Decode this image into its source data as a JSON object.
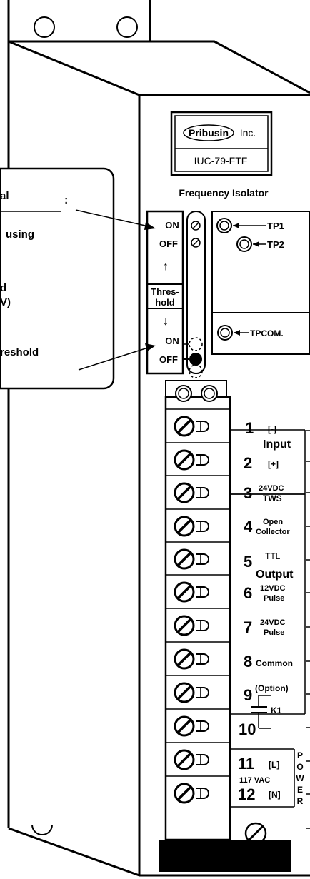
{
  "brand": {
    "name": "Pribusin",
    "suffix": "Inc."
  },
  "model": "IUC-79-FTF",
  "product": "Frequency Isolator",
  "callout": {
    "title_fragment": "al",
    "colon": ":",
    "lines": [
      "using",
      "d",
      "V)",
      "reshold"
    ]
  },
  "switches": {
    "upper": {
      "on": "ON",
      "off": "OFF"
    },
    "threshold_label": [
      "Thres-",
      "hold"
    ],
    "lower": {
      "on": "ON",
      "off": "OFF"
    },
    "arrow_up": "↑",
    "arrow_down": "↓"
  },
  "test_points": {
    "tp1": "TP1",
    "tp2": "TP2",
    "tpcom": "TPCOM."
  },
  "terminals": {
    "t1": {
      "num": "1",
      "label": "[-]"
    },
    "input_label": "Input",
    "t2": {
      "num": "2",
      "label": "[+]"
    },
    "t3": {
      "num": "3",
      "label_1": "24VDC",
      "label_2": "TWS"
    },
    "t4": {
      "num": "4",
      "label_1": "Open",
      "label_2": "Collector"
    },
    "t5": {
      "num": "5",
      "label": "TTL"
    },
    "output_label": "Output",
    "t6": {
      "num": "6",
      "label_1": "12VDC",
      "label_2": "Pulse"
    },
    "t7": {
      "num": "7",
      "label_1": "24VDC",
      "label_2": "Pulse"
    },
    "t8": {
      "num": "8",
      "label": "Common"
    },
    "t9": {
      "num": "9",
      "label": "(Option)"
    },
    "relay_label": "K1",
    "t10": {
      "num": "10"
    },
    "t11": {
      "num": "11",
      "label": "[L]"
    },
    "supply_label": "117 VAC",
    "t12": {
      "num": "12",
      "label": "[N]"
    },
    "power_letters": [
      "P",
      "O",
      "W",
      "E",
      "R"
    ]
  }
}
